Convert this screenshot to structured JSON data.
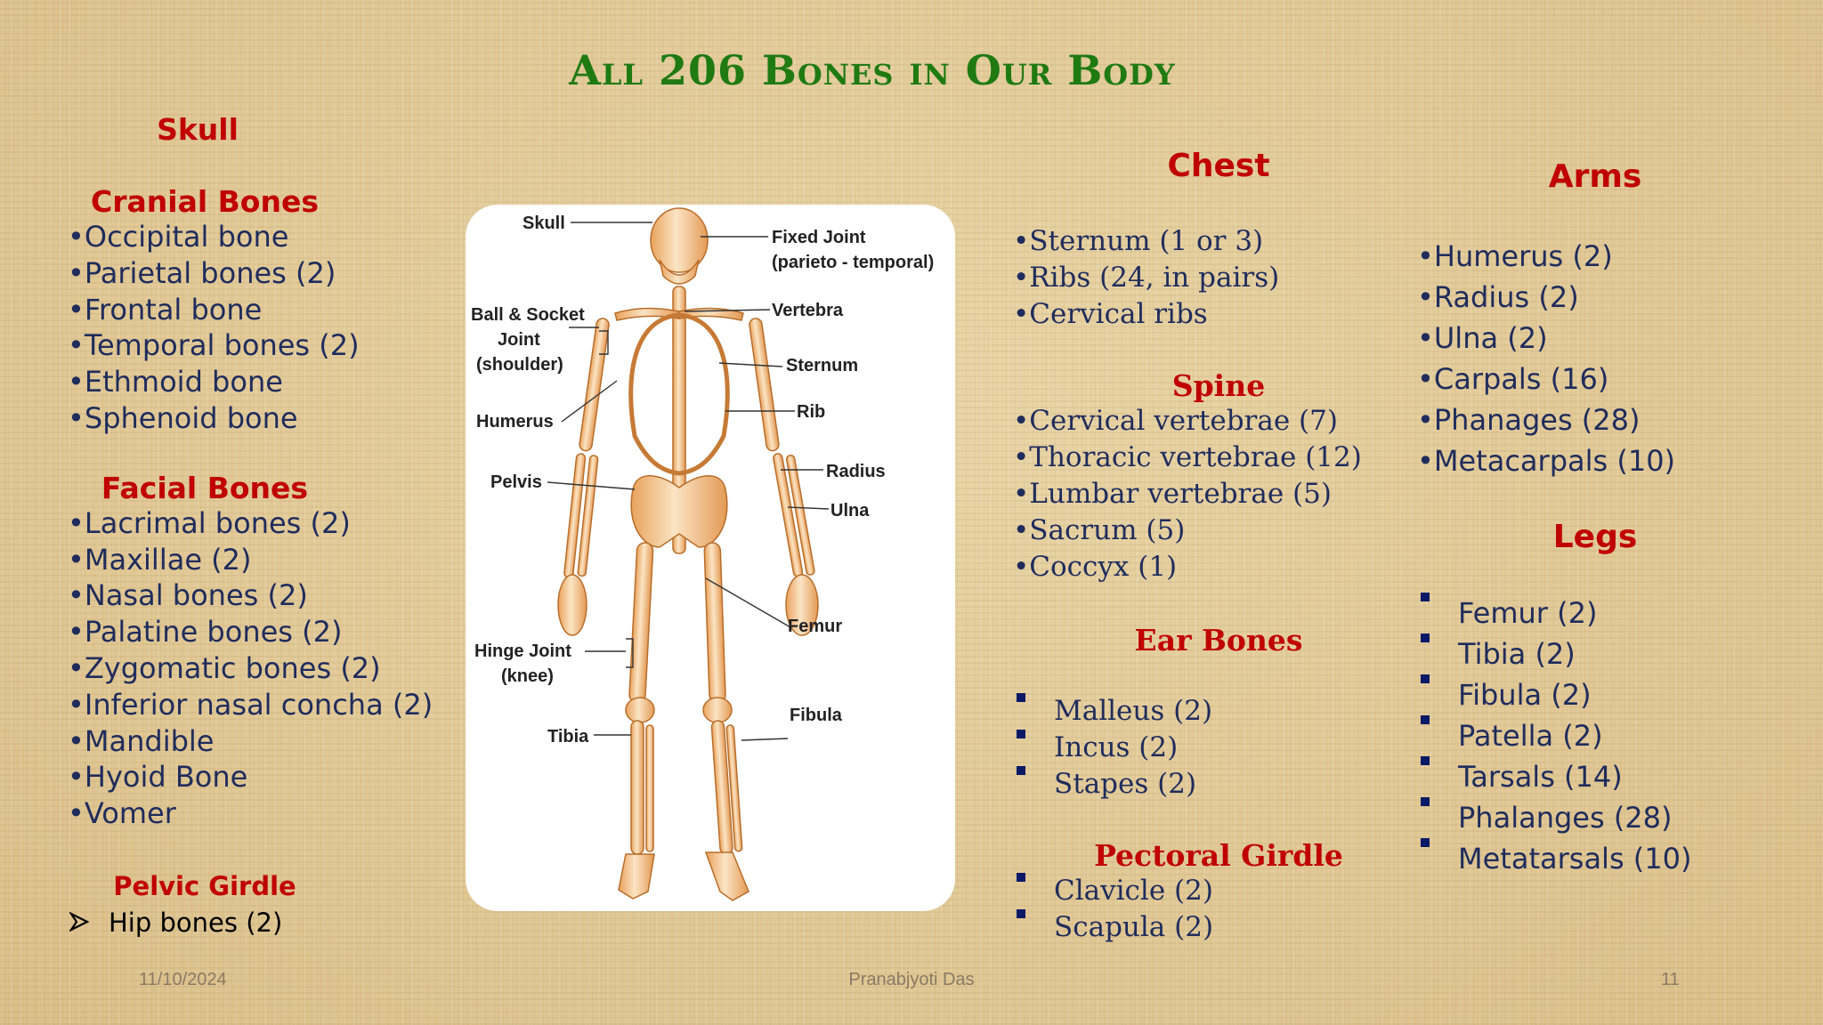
{
  "title": "All 206 Bones in Our Body",
  "col1": {
    "skull_head": "Skull",
    "cranial_head": "Cranial Bones",
    "cranial": [
      "•Occipital bone",
      "•Parietal bones (2)",
      "•Frontal bone",
      "•Temporal bones (2)",
      "•Ethmoid bone",
      "•Sphenoid bone"
    ],
    "facial_head": "Facial Bones",
    "facial": [
      "•Lacrimal bones (2)",
      "•Maxillae (2)",
      "•Nasal bones (2)",
      "•Palatine bones (2)",
      "•Zygomatic bones (2)",
      "•Inferior nasal concha (2)",
      "•Mandible",
      "•Hyoid Bone",
      "•Vomer"
    ],
    "pelvic_head": "Pelvic Girdle",
    "pelvic": [
      "Hip bones (2)"
    ]
  },
  "figure": {
    "labels": {
      "skull": "Skull",
      "fixed_joint": "Fixed Joint",
      "parieto": "(parieto - temporal)",
      "vertebra": "Vertebra",
      "ball1": "Ball & Socket",
      "ball2": "Joint",
      "ball3": "(shoulder)",
      "sternum": "Sternum",
      "humerus": "Humerus",
      "rib": "Rib",
      "radius": "Radius",
      "pelvis": "Pelvis",
      "ulna": "Ulna",
      "femur": "Femur",
      "hinge1": "Hinge Joint",
      "hinge2": "(knee)",
      "fibula": "Fibula",
      "tibia": "Tibia"
    }
  },
  "col3": {
    "chest_head": "Chest",
    "chest": [
      "•Sternum (1 or 3)",
      "•Ribs (24, in pairs)",
      "•Cervical ribs"
    ],
    "spine_head": "Spine",
    "spine": [
      "•Cervical vertebrae (7)",
      "•Thoracic vertebrae (12)",
      "•Lumbar vertebrae (5)",
      "•Sacrum (5)",
      "•Coccyx (1)"
    ],
    "ear_head": "Ear Bones",
    "ear": [
      "Malleus (2)",
      "Incus (2)",
      "Stapes (2)"
    ],
    "pectoral_head": "Pectoral Girdle",
    "pectoral": [
      "Clavicle (2)",
      "Scapula (2)"
    ]
  },
  "col4": {
    "arms_head": "Arms",
    "arms": [
      "•Humerus (2)",
      "•Radius (2)",
      "•Ulna (2)",
      "•Carpals (16)",
      "•Phanages (28)",
      "•Metacarpals (10)"
    ],
    "legs_head": "Legs",
    "legs": [
      "Femur (2)",
      "Tibia (2)",
      "Fibula (2)",
      "Patella (2)",
      "Tarsals (14)",
      "Phalanges (28)",
      "Metatarsals (10)"
    ]
  },
  "footer": {
    "date": "11/10/2024",
    "author": "Pranabjyoti Das",
    "page": "11"
  },
  "colors": {
    "title": "#1f7a12",
    "heading": "#c00000",
    "text": "#1f2c5c",
    "bone": "#f2c894"
  }
}
